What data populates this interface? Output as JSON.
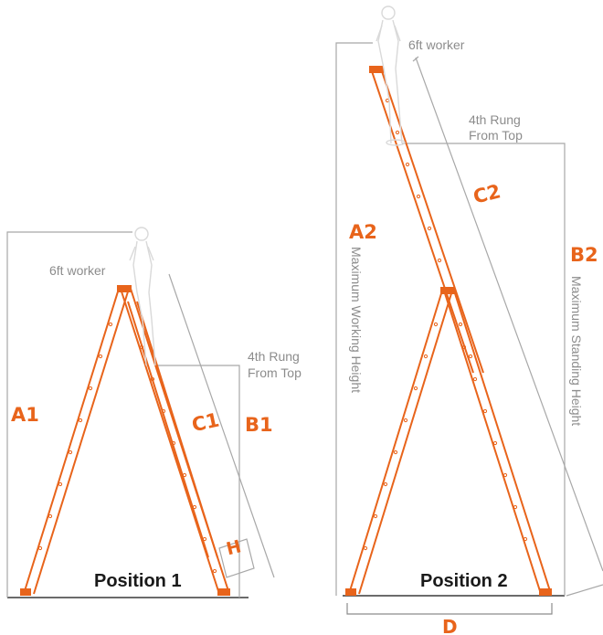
{
  "colors": {
    "ladder": "#e8641b",
    "guide": "#a8a8a8",
    "ground": "#6b6b6b",
    "worker": "#d9d9d9"
  },
  "position1": {
    "title": "Position 1",
    "worker_label": "6ft worker",
    "rung_label_line1": "4th Rung",
    "rung_label_line2": "From Top",
    "label_a": "A1",
    "label_b": "B1",
    "label_c": "C1",
    "label_h": "H"
  },
  "position2": {
    "title": "Position 2",
    "worker_label": "6ft worker",
    "rung_label_line1": "4th Rung",
    "rung_label_line2": "From Top",
    "label_a": "A2",
    "label_b": "B2",
    "label_c": "C2",
    "label_d": "D",
    "working_height": "Maximum Working Height",
    "standing_height": "Maximum Standing Height"
  }
}
